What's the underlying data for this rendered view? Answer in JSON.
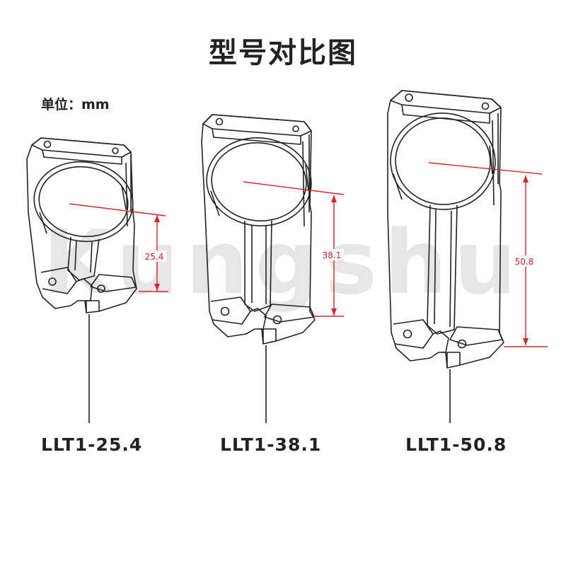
{
  "title": "型号对比图",
  "unit_label": "单位：mm",
  "watermark": "Kungshu",
  "accent_color": "#d9242b",
  "line_color": "#222222",
  "models": [
    {
      "name": "LLT1-25.4",
      "dimension": "25.4"
    },
    {
      "name": "LLT1-38.1",
      "dimension": "38.1"
    },
    {
      "name": "LLT1-50.8",
      "dimension": "50.8"
    }
  ]
}
